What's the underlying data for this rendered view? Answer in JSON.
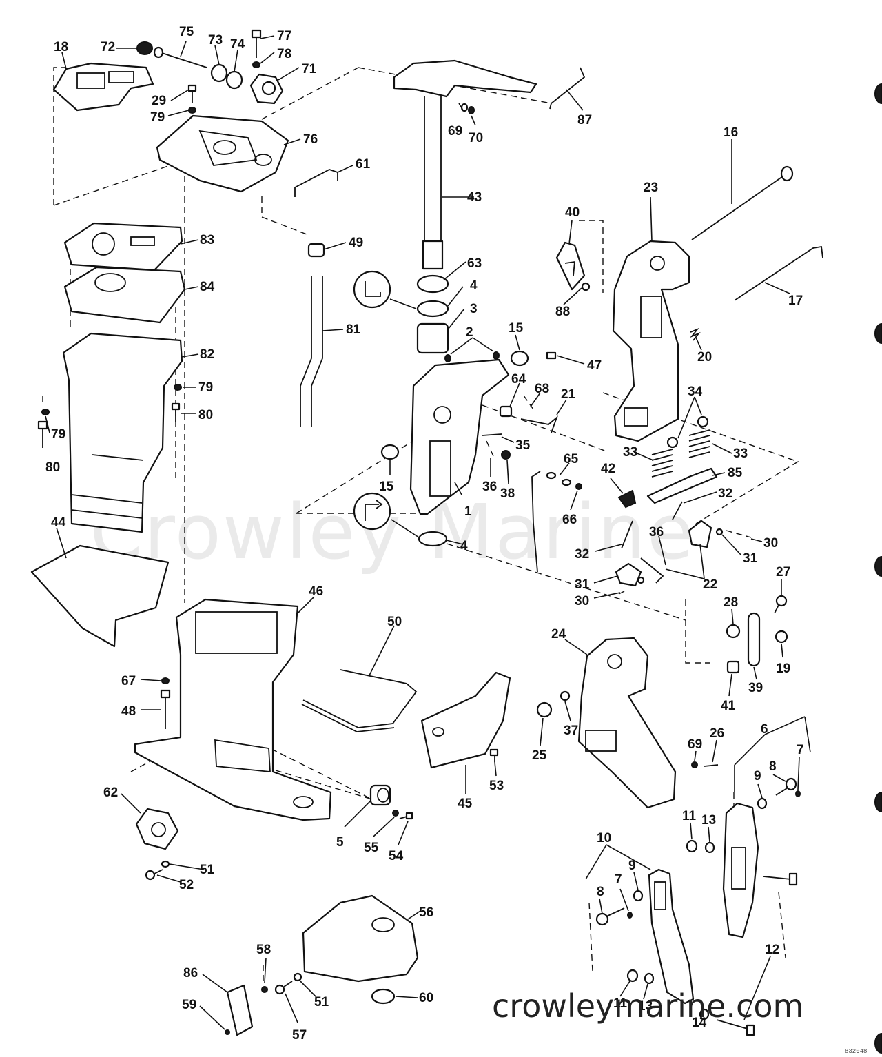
{
  "watermark": "Crowley Marine",
  "site_label": "crowleymarine.com",
  "drawing_code": "832048",
  "callouts": {
    "c1": "1",
    "c2": "2",
    "c3": "3",
    "c4a": "4",
    "c4b": "4",
    "c5": "5",
    "c6": "6",
    "c7a": "7",
    "c7b": "7",
    "c8a": "8",
    "c8b": "8",
    "c9a": "9",
    "c9b": "9",
    "c10": "10",
    "c11a": "11",
    "c11b": "11",
    "c12": "12",
    "c13a": "13",
    "c13b": "13",
    "c14": "14",
    "c15a": "15",
    "c15b": "15",
    "c16": "16",
    "c17": "17",
    "c18": "18",
    "c19": "19",
    "c20": "20",
    "c21": "21",
    "c22": "22",
    "c23": "23",
    "c24": "24",
    "c25": "25",
    "c26": "26",
    "c27": "27",
    "c28": "28",
    "c29": "29",
    "c30a": "30",
    "c30b": "30",
    "c31a": "31",
    "c31b": "31",
    "c32a": "32",
    "c32b": "32",
    "c33a": "33",
    "c33b": "33",
    "c34": "34",
    "c35": "35",
    "c36a": "36",
    "c36b": "36",
    "c37": "37",
    "c38": "38",
    "c39": "39",
    "c40": "40",
    "c41": "41",
    "c42": "42",
    "c43": "43",
    "c44": "44",
    "c45": "45",
    "c46": "46",
    "c47": "47",
    "c48": "48",
    "c49": "49",
    "c50": "50",
    "c51a": "51",
    "c51b": "51",
    "c52": "52",
    "c53": "53",
    "c54": "54",
    "c55": "55",
    "c56": "56",
    "c57": "57",
    "c58": "58",
    "c59": "59",
    "c60": "60",
    "c61": "61",
    "c62": "62",
    "c63": "63",
    "c64": "64",
    "c65": "65",
    "c66": "66",
    "c67": "67",
    "c68": "68",
    "c69a": "69",
    "c69b": "69",
    "c70": "70",
    "c71": "71",
    "c72": "72",
    "c73": "73",
    "c74": "74",
    "c75": "75",
    "c76": "76",
    "c77": "77",
    "c78": "78",
    "c79a": "79",
    "c79b": "79",
    "c79c": "79",
    "c80a": "80",
    "c80b": "80",
    "c81": "81",
    "c82": "82",
    "c83": "83",
    "c84": "84",
    "c85": "85",
    "c86": "86",
    "c87": "87",
    "c88": "88"
  }
}
